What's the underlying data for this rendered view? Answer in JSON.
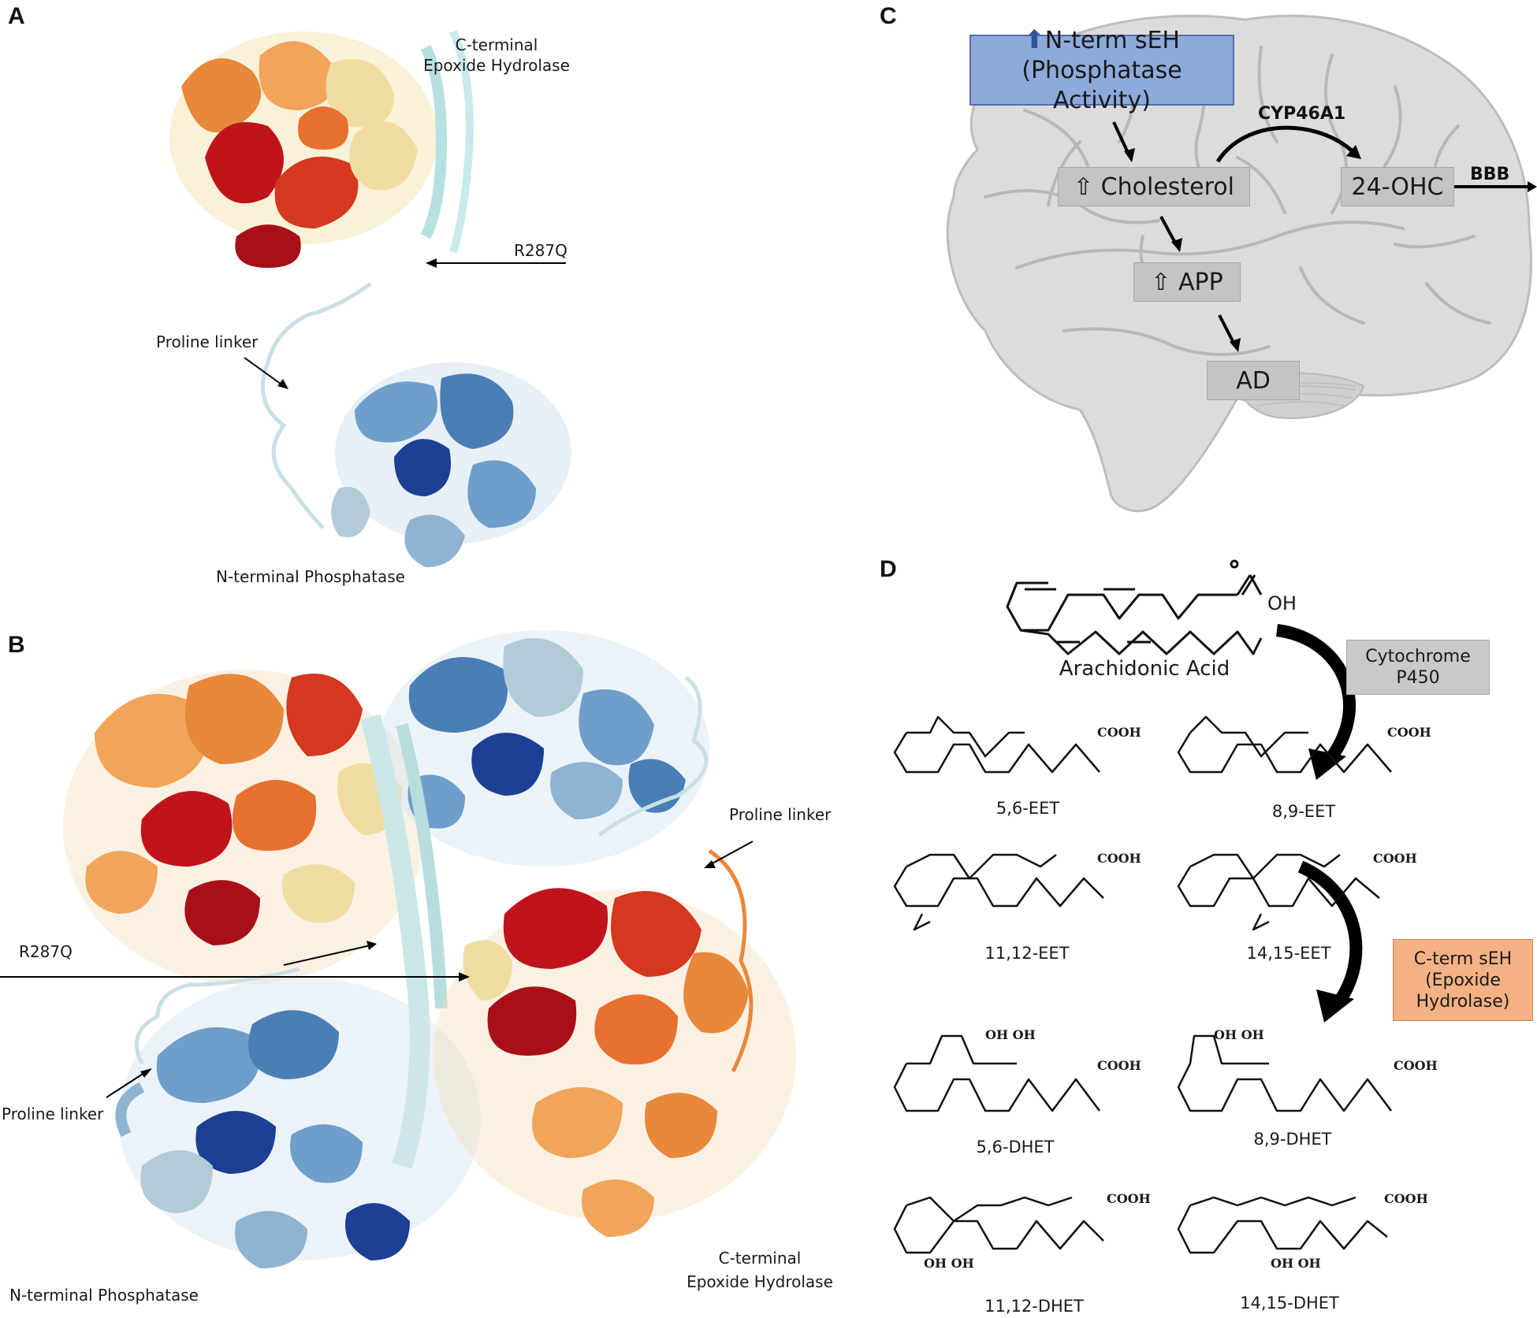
{
  "panels": {
    "a": {
      "letter": "A",
      "labels": {
        "c_terminal": "C-terminal\nEpoxide Hydrolase",
        "mutation": "R287Q",
        "linker": "Proline linker",
        "n_terminal": "N-terminal Phosphatase"
      }
    },
    "b": {
      "letter": "B",
      "labels": {
        "linker_top": "Proline linker",
        "mutation": "R287Q",
        "linker_left": "Proline linker",
        "n_terminal": "N-terminal Phosphatase",
        "c_terminal": "C-terminal\nEpoxide Hydrolase"
      }
    },
    "c": {
      "letter": "C",
      "nterm_box_line1": "N-term sEH",
      "nterm_box_line2": "(Phosphatase Activity)",
      "cholesterol": "⇧ Cholesterol",
      "app": "⇧ APP",
      "ad": "AD",
      "ohc": "24-OHC",
      "enzyme": "CYP46A1",
      "bbb": "BBB"
    },
    "d": {
      "letter": "D",
      "substrate": "Arachidonic Acid",
      "oh_label": "OH",
      "cyp_line1": "Cytochrome",
      "cyp_line2": "P450",
      "seh_line1": "C-term sEH",
      "seh_line2": "(Epoxide",
      "seh_line3": "Hydrolase)",
      "cooh": "COOH",
      "diol_oh": "OH OH",
      "eets": [
        "5,6-EET",
        "8,9-EET",
        "11,12-EET",
        "14,15-EET"
      ],
      "dhets": [
        "5,6-DHET",
        "8,9-DHET",
        "11,12-DHET",
        "14,15-DHET"
      ]
    }
  },
  "colors": {
    "blue_box": "#8eaadb",
    "grey_box": "#c4c4c4",
    "orange_box": "#f4b183",
    "brain": "#dcdcdc",
    "protein_red": "#c0141c",
    "protein_orange": "#e8883a",
    "protein_yellow": "#f1dca0",
    "protein_lightblue": "#b7d8e8",
    "protein_blue": "#4a7fb5",
    "protein_darkblue": "#1d3f94"
  }
}
